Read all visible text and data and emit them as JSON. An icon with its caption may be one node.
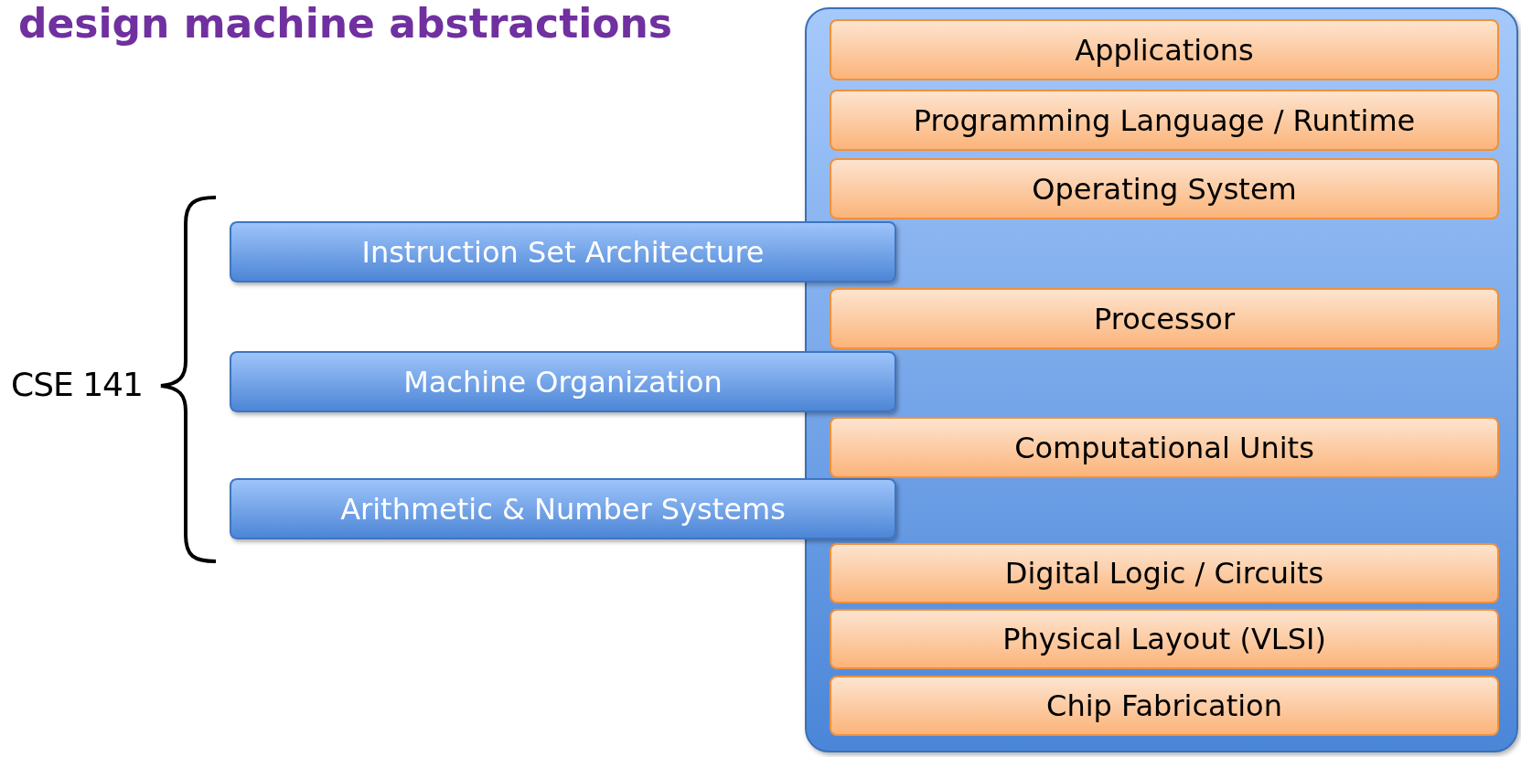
{
  "diagram": {
    "title": "design machine abstractions",
    "nodes": [
      {
        "text": [
          "Applications"
        ]
      },
      {
        "text": [
          "Programming Language / Runtime"
        ]
      },
      {
        "text": [
          "Operating System"
        ]
      },
      {
        "text": [
          "Instruction Set Architecture"
        ]
      },
      {
        "text": [
          "Processor"
        ]
      },
      {
        "text": [
          "Machine Organization"
        ]
      },
      {
        "text": [
          "Computational Units"
        ]
      },
      {
        "text": [
          "Arithmetic & Number Systems"
        ]
      },
      {
        "text": [
          "Digital Logic / Circuits"
        ]
      },
      {
        "text": [
          "Physical Layout (VLSI)"
        ]
      },
      {
        "text": [
          "Chip Fabrication"
        ]
      }
    ],
    "edges": [],
    "labels": [
      "CSE 141"
    ]
  }
}
